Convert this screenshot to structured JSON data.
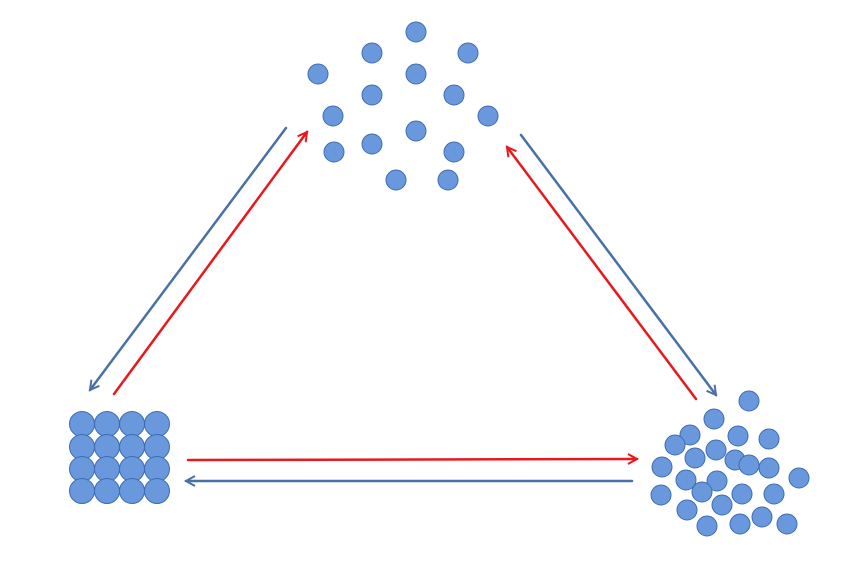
{
  "diagram": {
    "colors": {
      "background": "#ffffff",
      "particle_fill": "#6a98dc",
      "particle_stroke": "#3e6cb4",
      "heating_arrow": "#e8181c",
      "cooling_arrow": "#4a70a8"
    },
    "states": [
      {
        "id": "gas",
        "label": ""
      },
      {
        "id": "solid",
        "label": ""
      },
      {
        "id": "liquid",
        "label": ""
      }
    ],
    "arrows": [
      {
        "from": "gas",
        "to": "solid",
        "color_key": "cooling_arrow"
      },
      {
        "from": "solid",
        "to": "gas",
        "color_key": "heating_arrow"
      },
      {
        "from": "gas",
        "to": "liquid",
        "color_key": "cooling_arrow"
      },
      {
        "from": "liquid",
        "to": "gas",
        "color_key": "heating_arrow"
      },
      {
        "from": "solid",
        "to": "liquid",
        "color_key": "heating_arrow"
      },
      {
        "from": "liquid",
        "to": "solid",
        "color_key": "cooling_arrow"
      }
    ]
  }
}
